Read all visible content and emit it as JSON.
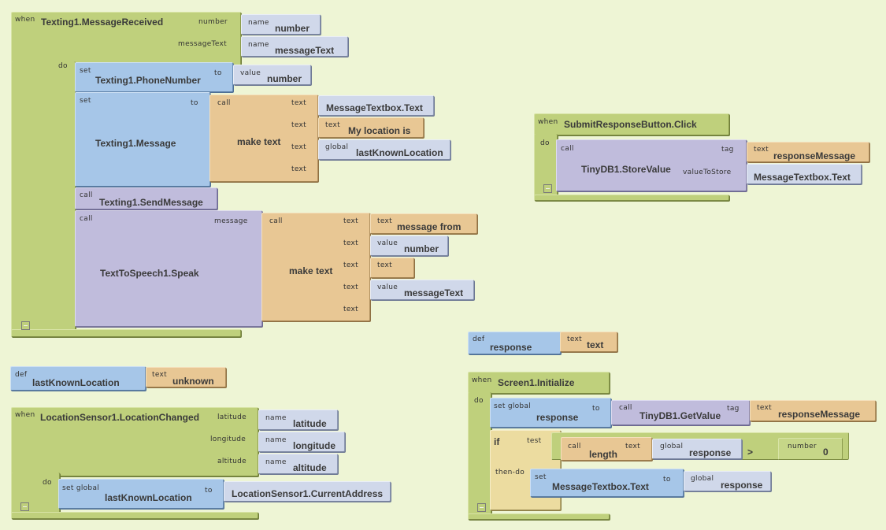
{
  "blocks": {
    "msg_received": {
      "when": "when",
      "event": "Texting1.MessageReceived",
      "param1_label": "number",
      "param1_kind": "name",
      "param1_value": "number",
      "param2_label": "messageText",
      "param2_kind": "name",
      "param2_value": "messageText",
      "do": "do",
      "set_phone": {
        "kw": "set",
        "prop": "Texting1.PhoneNumber",
        "to": "to",
        "val_kind": "value",
        "val": "number"
      },
      "set_message": {
        "kw": "set",
        "prop": "Texting1.Message",
        "to": "to",
        "call": "call",
        "fn": "make text",
        "slot_label": "text",
        "args": [
          {
            "kind": "",
            "value": "MessageTextbox.Text"
          },
          {
            "kind": "text",
            "value": "My location is"
          },
          {
            "kind": "global",
            "value": "lastKnownLocation"
          }
        ]
      },
      "send": {
        "kw": "call",
        "fn": "Texting1.SendMessage"
      },
      "speak": {
        "kw": "call",
        "fn": "TextToSpeech1.Speak",
        "param": "message",
        "call": "call",
        "inner_fn": "make text",
        "slot_label": "text",
        "args": [
          {
            "kind": "text",
            "value": "message from"
          },
          {
            "kind": "value",
            "value": "number"
          },
          {
            "kind": "text",
            "value": ""
          },
          {
            "kind": "value",
            "value": "messageText"
          }
        ]
      }
    },
    "def_location": {
      "kw": "def",
      "name": "lastKnownLocation",
      "val_kind": "text",
      "val": "unknown"
    },
    "location_changed": {
      "when": "when",
      "event": "LocationSensor1.LocationChanged",
      "params": [
        {
          "label": "latitude",
          "kind": "name",
          "value": "latitude"
        },
        {
          "label": "longitude",
          "kind": "name",
          "value": "longitude"
        },
        {
          "label": "altitude",
          "kind": "name",
          "value": "altitude"
        }
      ],
      "do": "do",
      "set": {
        "kw": "set global",
        "name": "lastKnownLocation",
        "to": "to",
        "val": "LocationSensor1.CurrentAddress"
      }
    },
    "submit_click": {
      "when": "when",
      "event": "SubmitResponseButton.Click",
      "do": "do",
      "call": "call",
      "fn": "TinyDB1.StoreValue",
      "tag_label": "tag",
      "tag_kind": "text",
      "tag_value": "responseMessage",
      "store_label": "valueToStore",
      "store_value": "MessageTextbox.Text"
    },
    "def_response": {
      "kw": "def",
      "name": "response",
      "val_kind": "text",
      "val": "text"
    },
    "screen_init": {
      "when": "when",
      "event": "Screen1.Initialize",
      "do": "do",
      "set": {
        "kw": "set global",
        "name": "response",
        "to": "to",
        "call": "call",
        "fn": "TinyDB1.GetValue",
        "tag": "tag",
        "tag_kind": "text",
        "tag_value": "responseMessage"
      },
      "if": {
        "kw": "if",
        "test": "test",
        "then": "then-do",
        "len_call": "call",
        "len_fn": "length",
        "len_slot": "text",
        "len_kind": "global",
        "len_value": "response",
        "op": ">",
        "num_kind": "number",
        "num_value": "0",
        "set_kw": "set",
        "set_prop": "MessageTextbox.Text",
        "set_to": "to",
        "set_kind": "global",
        "set_value": "response"
      }
    }
  }
}
